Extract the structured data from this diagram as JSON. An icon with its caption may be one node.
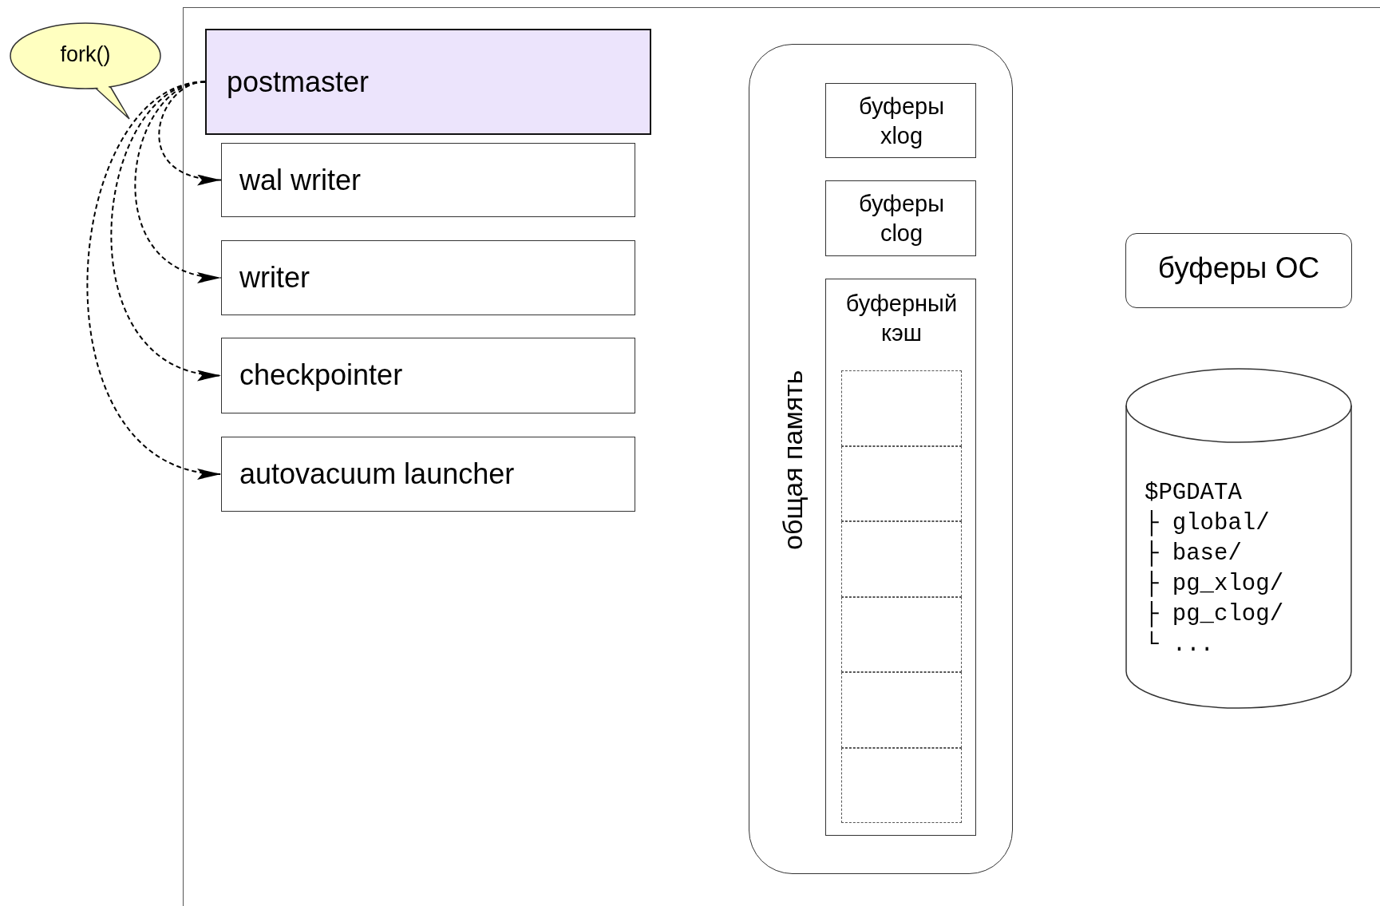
{
  "diagram": {
    "nodes": [
      {
        "text": [
          "fork()"
        ]
      },
      {
        "text": [
          "postmaster"
        ]
      },
      {
        "text": [
          "wal writer"
        ]
      },
      {
        "text": [
          "writer"
        ]
      },
      {
        "text": [
          "checkpointer"
        ]
      },
      {
        "text": [
          "autovacuum launcher"
        ]
      },
      {
        "text": [
          "общая память"
        ]
      },
      {
        "text": [
          "буферы xlog"
        ],
        "in": 6
      },
      {
        "text": [
          "буферы clog"
        ],
        "in": 6
      },
      {
        "text": [
          "буферный кэш"
        ],
        "in": 6
      },
      {
        "text": [],
        "shape": "box",
        "in": 9
      },
      {
        "text": [],
        "shape": "box",
        "in": 9
      },
      {
        "text": [],
        "shape": "box",
        "in": 9
      },
      {
        "text": [],
        "shape": "box",
        "in": 9
      },
      {
        "text": [],
        "shape": "box",
        "in": 9
      },
      {
        "text": [],
        "shape": "box",
        "in": 9
      },
      {
        "text": [
          "буферы ОС"
        ]
      },
      {
        "text": [
          "$PGDATA",
          "├ global/",
          "├ base/",
          "├ pg_xlog/",
          "├ pg_clog/",
          "└ ..."
        ]
      }
    ],
    "edges": [
      {
        "from": 1,
        "to": 2,
        "arrow": "to",
        "style": "dashed"
      },
      {
        "from": 1,
        "to": 3,
        "arrow": "to",
        "style": "dashed"
      },
      {
        "from": 1,
        "to": 4,
        "arrow": "to",
        "style": "dashed"
      },
      {
        "from": 1,
        "to": 5,
        "arrow": "to",
        "style": "dashed"
      }
    ]
  }
}
